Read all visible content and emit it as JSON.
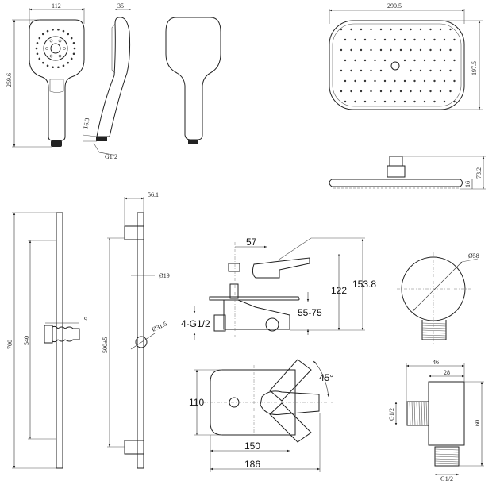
{
  "title": "Shower set and bath mixer technical drawing",
  "hand_shower": {
    "width": "112",
    "height": "259.6",
    "depth": "35",
    "connector_height": "16.3",
    "thread": "G1/2"
  },
  "overhead_shower": {
    "width": "290.5",
    "depth": "197.5",
    "height": "73.2",
    "plate_thickness": "16"
  },
  "slide_rail": {
    "length": "700",
    "holder_travel": "540",
    "holder_offset": "9",
    "wall_offset": "56.1",
    "rail_diameter": "Ø19",
    "bracket_distance": "500±5",
    "holder_diameter": "Ø31.5"
  },
  "mixer": {
    "spout_offset": "57",
    "height_lever": "122",
    "height_total": "153.8",
    "depth_range": "55-75",
    "connections": "4-G1/2",
    "plate_height": "110",
    "plate_width": "150",
    "overall_width": "186",
    "lever_angle": "45°"
  },
  "wall_outlet": {
    "diameter": "Ø58",
    "depth": "46",
    "body_depth": "28",
    "height": "60",
    "thread_side": "G1/2",
    "thread_bottom": "G1/2"
  }
}
